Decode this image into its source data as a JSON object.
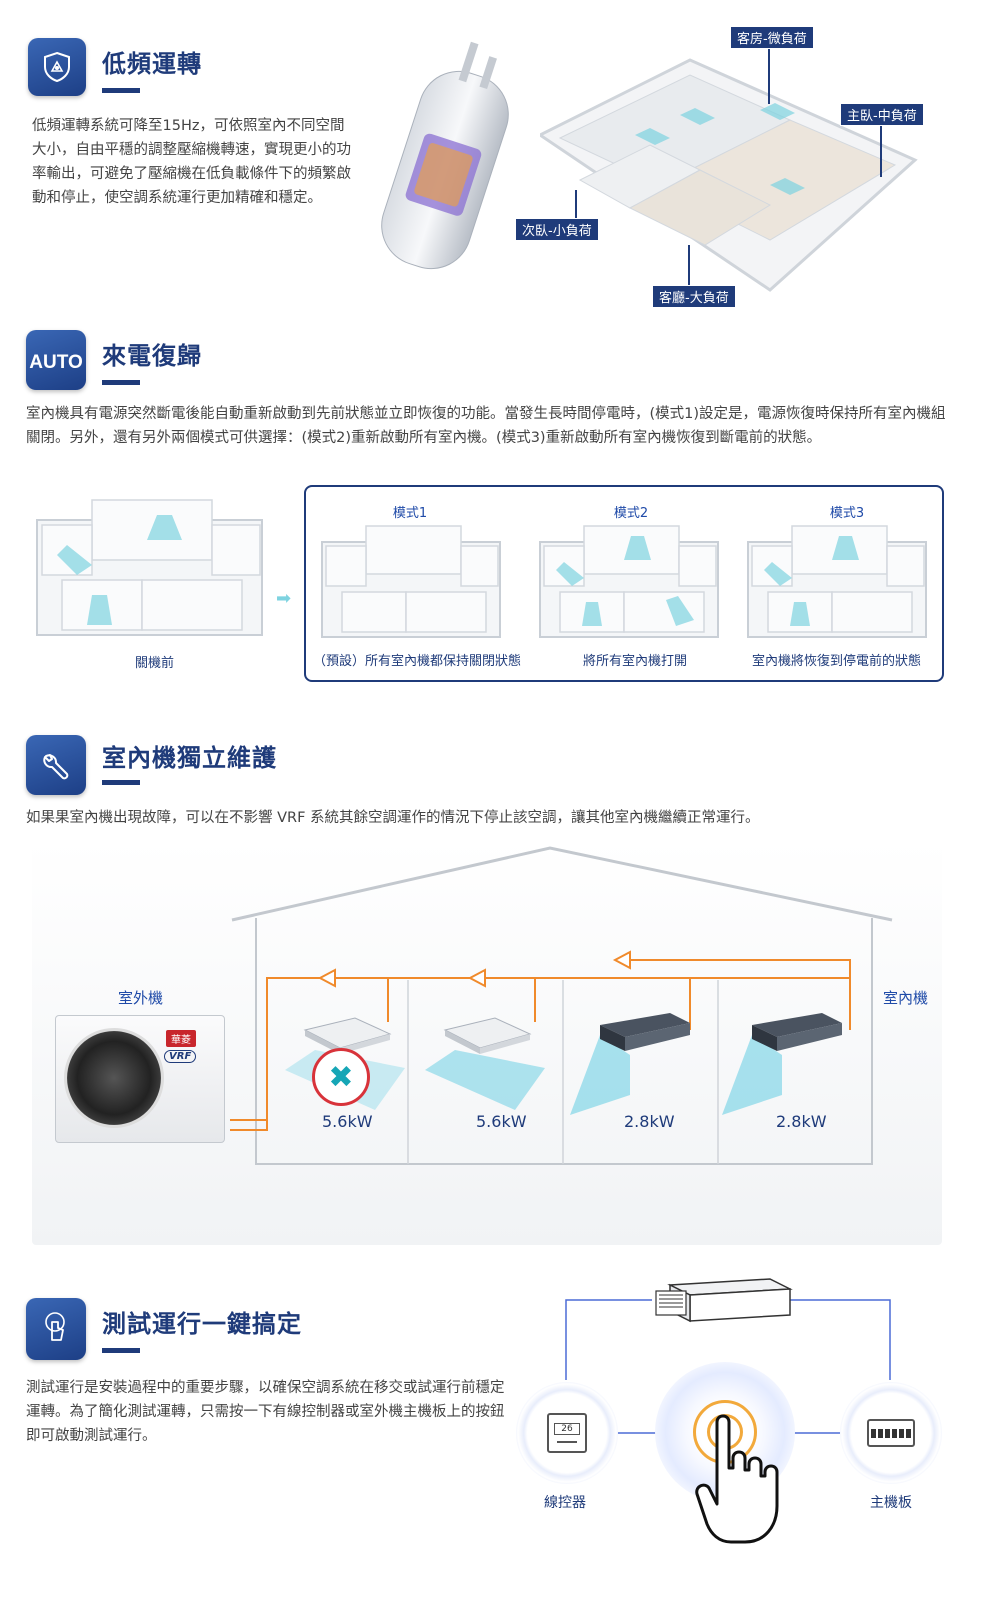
{
  "sections": {
    "low_freq": {
      "title": "低頻運轉",
      "body": "低頻運轉系統可降至15Hz，可依照室內不同空間大小，自由平穩的調整壓縮機轉速，實現更小的功率輸出，可避免了壓縮機在低負載條件下的頻繁啟動和停止，使空調系統運行更加精確和穩定。",
      "labels": {
        "guest": "客房-微負荷",
        "master": "主臥-中負荷",
        "second": "次臥-小負荷",
        "living": "客廳-大負荷"
      }
    },
    "auto_restart": {
      "icon_text": "AUTO",
      "title": "來電復歸",
      "body": "室內機具有電源突然斷電後能自動重新啟動到先前狀態並立即恢復的功能。當發生長時間停電時，(模式1)設定是，電源恢復時保持所有室內機組關閉。另外，還有另外兩個模式可供選擇：(模式2)重新啟動所有室內機。(模式3)重新啟動所有室內機恢復到斷電前的狀態。",
      "before_label": "關機前",
      "modes": [
        {
          "head": "模式1",
          "caption": "（預設）所有室內機都保持關閉狀態"
        },
        {
          "head": "模式2",
          "caption": "將所有室內機打開"
        },
        {
          "head": "模式3",
          "caption": "室內機將恢復到停電前的狀態"
        }
      ]
    },
    "maintenance": {
      "title": "室內機獨立維護",
      "body": "如果果室內機出現故障，可以在不影響 VRF 系統其餘空調運作的情況下停止該空調，讓其他室內機繼續正常運行。",
      "outdoor_label": "室外機",
      "indoor_label": "室內機",
      "brand": "華菱",
      "vrf": "VRF",
      "units": [
        "5.6kW",
        "5.6kW",
        "2.8kW",
        "2.8kW"
      ]
    },
    "test_run": {
      "title": "測試運行一鍵搞定",
      "body": "測試運行是安裝過程中的重要步驟，以確保空調系統在移交或試運行前穩定運轉。為了簡化測試運轉，只需按一下有線控制器或室外機主機板上的按鈕即可啟動測試運行。",
      "wired_controller": "線控器",
      "main_board": "主機板",
      "display_value": "26"
    }
  },
  "colors": {
    "navy": "#1f3b7a",
    "pipe_orange": "#f08a2b",
    "cool_blue": "#5cc8dc",
    "ring_blue": "#4c6bd6",
    "press_orange": "#f2a93b"
  }
}
